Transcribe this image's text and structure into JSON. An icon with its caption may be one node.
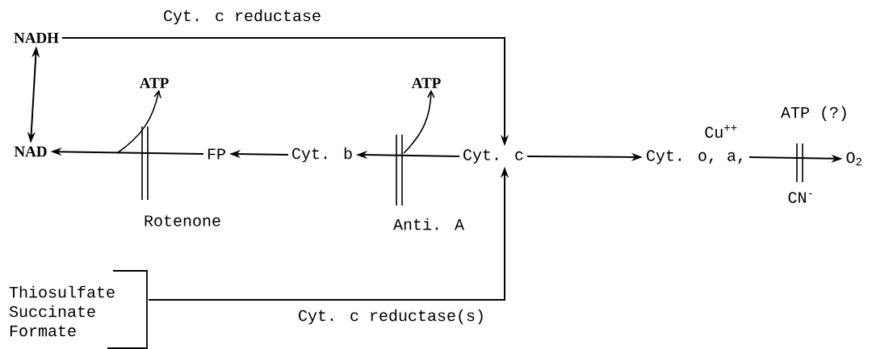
{
  "diagram": {
    "nodes": [
      {
        "text": [
          "NADH"
        ]
      },
      {
        "text": [
          "NAD"
        ]
      },
      {
        "text": [
          "FP"
        ]
      },
      {
        "text": [
          "Cyt. b"
        ]
      },
      {
        "text": [
          "Cyt. c"
        ]
      },
      {
        "text": [
          "Cyt. o, a,"
        ]
      },
      {
        "text": [
          "O$_{2}$"
        ]
      },
      {
        "text": [
          "Thiosulfate",
          "Succinate",
          "Formate"
        ]
      },
      {
        "text": [
          "ATP"
        ]
      },
      {
        "text": [
          "ATP"
        ]
      }
    ],
    "edges": [
      {
        "from": 0,
        "to": 1,
        "arrow": "both"
      },
      {
        "from": 0,
        "to": 4,
        "arrow": "to",
        "label": "Cyt. c reductase"
      },
      {
        "from": 4,
        "to": 3,
        "arrow": "to"
      },
      {
        "from": 3,
        "to": 2,
        "arrow": "to"
      },
      {
        "from": 2,
        "to": 1,
        "arrow": "to"
      },
      {
        "from": 4,
        "to": 5,
        "arrow": "to"
      },
      {
        "from": 5,
        "to": 6,
        "arrow": "to"
      },
      {
        "from": 7,
        "to": 4,
        "arrow": "to",
        "label": "Cyt. c reductase(s)"
      },
      {
        "from": null,
        "to": 8,
        "arrow": "to"
      },
      {
        "from": null,
        "to": 9,
        "arrow": "to"
      }
    ],
    "labels": [
      "Rotenone",
      "Anti. A",
      "Cu$^{++}$",
      "ATP (?)",
      "CN$^{-}$"
    ]
  }
}
